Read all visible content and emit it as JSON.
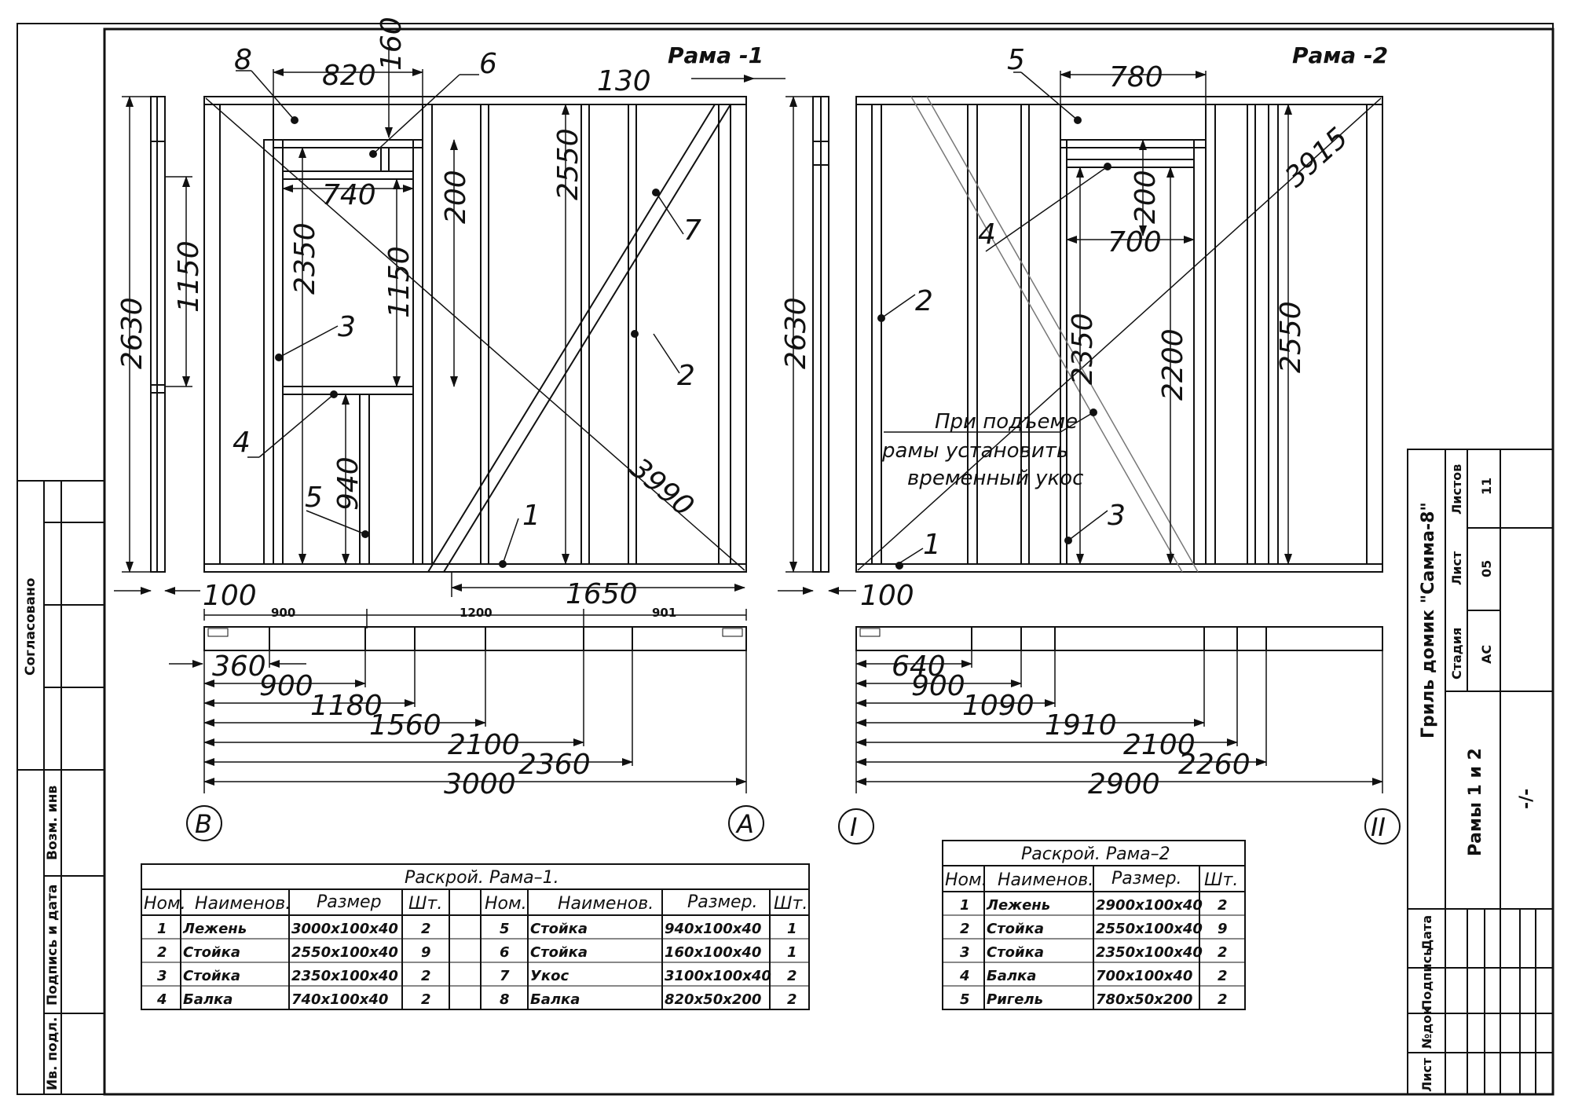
{
  "frames": {
    "frame1": {
      "title": "Рама -1",
      "markers": [
        "1",
        "2",
        "3",
        "4",
        "5",
        "6",
        "7",
        "8"
      ],
      "dims": {
        "top_820": "820",
        "top_160": "160",
        "top_130": "130",
        "d740": "740",
        "d200": "200",
        "d2550": "2550",
        "d2350": "2350",
        "d1150a": "1150",
        "d1150b": "1150",
        "d940": "940",
        "d3990": "3990",
        "d1650": "1650",
        "d2630": "2630",
        "d100": "100"
      },
      "plan_top": [
        "900",
        "1200",
        "901"
      ],
      "plan_dims": [
        "360",
        "900",
        "1180",
        "1560",
        "2100",
        "2360",
        "3000"
      ],
      "axis_left": "B",
      "axis_right": "A"
    },
    "frame2": {
      "title": "Рама -2",
      "markers": [
        "1",
        "2",
        "3",
        "4",
        "5"
      ],
      "dims": {
        "top_780": "780",
        "d200": "200",
        "d700": "700",
        "d3915": "3915",
        "d2350": "2350",
        "d2200": "2200",
        "d2550": "2550",
        "d2630": "2630",
        "d100": "100"
      },
      "note": [
        "При подъеме",
        "рамы установить",
        "временный укос"
      ],
      "plan_dims": [
        "640",
        "900",
        "1090",
        "1910",
        "2100",
        "2260",
        "2900"
      ],
      "axis_left": "I",
      "axis_right": "II"
    }
  },
  "table1": {
    "title": "Раскрой. Рама–1.",
    "headers": [
      "Ном.",
      "Наименов.",
      "Размер",
      "Шт.",
      "Ном.",
      "Наименов.",
      "Размер.",
      "Шт."
    ],
    "rows": [
      [
        "1",
        "Лежень",
        "3000х100х40",
        "2",
        "5",
        "Стойка",
        "940х100х40",
        "1"
      ],
      [
        "2",
        "Стойка",
        "2550х100х40",
        "9",
        "6",
        "Стойка",
        "160х100х40",
        "1"
      ],
      [
        "3",
        "Стойка",
        "2350х100х40",
        "2",
        "7",
        "Укос",
        "3100х100х40",
        "2"
      ],
      [
        "4",
        "Балка",
        "740х100х40",
        "2",
        "8",
        "Балка",
        "820х50х200",
        "2"
      ]
    ]
  },
  "table2": {
    "title": "Раскрой. Рама–2",
    "headers": [
      "Ном.",
      "Наименов.",
      "Размер.",
      "Шт."
    ],
    "rows": [
      [
        "1",
        "Лежень",
        "2900х100х40",
        "2"
      ],
      [
        "2",
        "Стойка",
        "2550х100х40",
        "9"
      ],
      [
        "3",
        "Стойка",
        "2350х100х40",
        "2"
      ],
      [
        "4",
        "Балка",
        "700х100х40",
        "2"
      ],
      [
        "5",
        "Ригель",
        "780х50х200",
        "2"
      ]
    ]
  },
  "side_strip": {
    "agreed": "Согласовано",
    "inv": "Возм. инв",
    "sign_date": "Подпись и дата",
    "orig": "Ив. подл."
  },
  "stamp": {
    "project": "Гриль домик \"Самма-8\"",
    "stage_label": "Стадия",
    "stage": "АС",
    "sheet_label": "Лист",
    "sheet": "05",
    "sheets_label": "Листов",
    "sheets": "11",
    "drawing": "Рамы 1 и 2",
    "dash": "-/-",
    "col_list": "Лист",
    "col_ndoc": "№док",
    "col_sign": "Подпись",
    "col_date": "Дата"
  }
}
